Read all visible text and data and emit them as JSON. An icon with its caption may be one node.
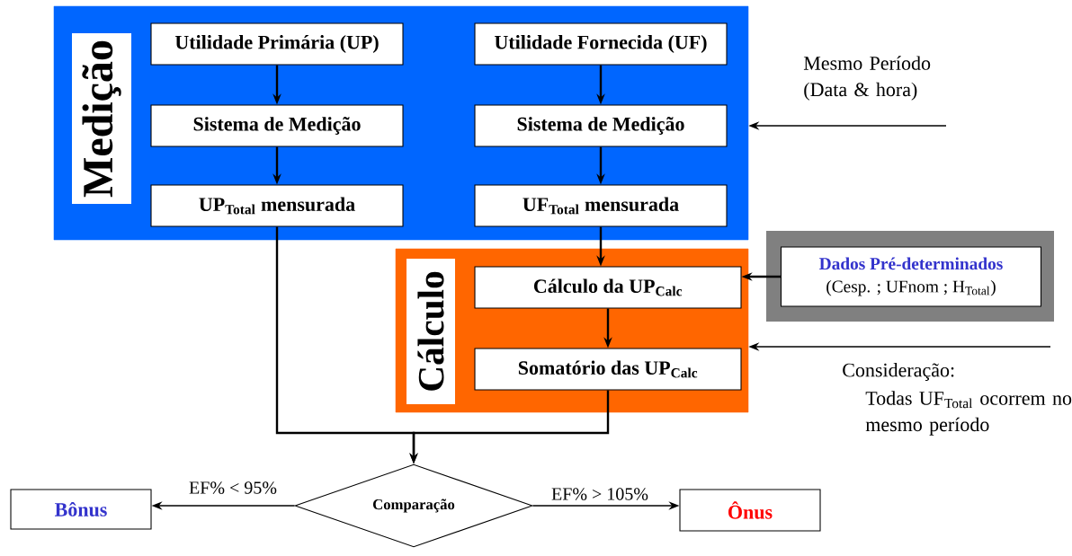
{
  "diagram": {
    "nodes": [
      {
        "text": [
          "Medição"
        ]
      },
      {
        "text": [
          "Utilidade Primária (UP)"
        ],
        "in": 0
      },
      {
        "text": [
          "Utilidade Fornecida (UF)"
        ],
        "in": 0
      },
      {
        "text": [
          "Sistema de Medição"
        ],
        "in": 0
      },
      {
        "text": [
          "Sistema de Medição"
        ],
        "in": 0
      },
      {
        "text": [
          "UP$_{Total}$ mensurada"
        ],
        "in": 0
      },
      {
        "text": [
          "UF$_{Total}$ mensurada"
        ],
        "in": 0
      },
      {
        "text": [
          "Cálculo"
        ]
      },
      {
        "text": [
          "Cálculo da UP$_{Calc}$"
        ],
        "in": 7
      },
      {
        "text": [
          "Somatório das UP$_{Calc}$"
        ],
        "in": 7
      },
      {
        "text": [
          "Dados Pré-determinados",
          "(Cesp. ; UFnom ; H$_{Total}$)"
        ]
      },
      {
        "text": [
          "Comparação"
        ]
      },
      {
        "text": [
          "Bônus"
        ]
      },
      {
        "text": [
          "Ônus"
        ]
      }
    ],
    "edges": [
      {
        "from": 1,
        "to": 3,
        "arrow": "to"
      },
      {
        "from": 3,
        "to": 5,
        "arrow": "to"
      },
      {
        "from": 2,
        "to": 4,
        "arrow": "to"
      },
      {
        "from": 4,
        "to": 6,
        "arrow": "to"
      },
      {
        "from": 6,
        "to": 8,
        "arrow": "to"
      },
      {
        "from": 8,
        "to": 9,
        "arrow": "to"
      },
      {
        "from": 10,
        "to": 8,
        "arrow": "to"
      },
      {
        "from": 5,
        "to": 11,
        "arrow": "to"
      },
      {
        "from": 9,
        "to": 11,
        "arrow": "to"
      },
      {
        "from": 11,
        "to": 12,
        "arrow": "to",
        "label": "EF% < 95%"
      },
      {
        "from": 11,
        "to": 13,
        "arrow": "to",
        "label": "EF% > 105%"
      },
      {
        "from": null,
        "to": 0,
        "arrow": "to"
      },
      {
        "from": null,
        "to": 7,
        "arrow": "to"
      }
    ],
    "labels": [
      "Mesmo Período (Data & hora)",
      "Consideração:",
      "Todas UF$_{Total}$ ocorrem no mesmo período"
    ]
  }
}
